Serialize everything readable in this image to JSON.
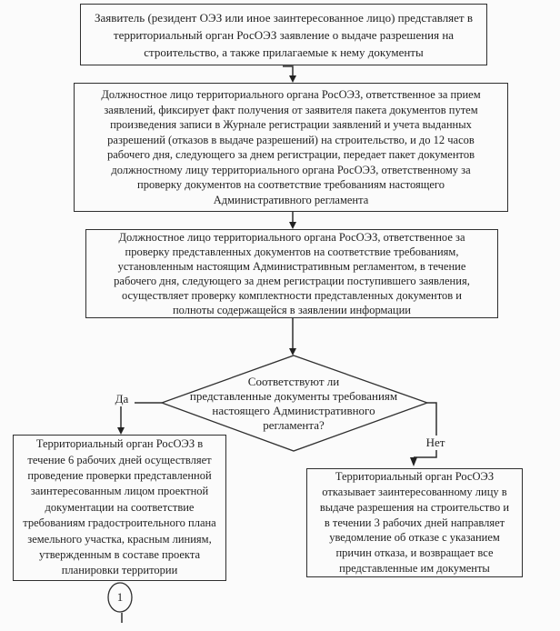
{
  "colors": {
    "ink": "#222222",
    "line": "#2f2f2f",
    "paper": "#fbfbfb"
  },
  "flowchart": {
    "nodes": {
      "start": {
        "lines": [
          "Заявитель (резидент ОЭЗ или иное заинтересованное лицо) представляет в",
          "территориальный орган РосОЭЗ заявление о выдаче разрешения на",
          "строительство, а также прилагаемые к нему документы"
        ]
      },
      "register": {
        "lines": [
          "Должностное лицо территориального органа РосОЭЗ, ответственное за прием",
          "заявлений, фиксирует факт получения от заявителя пакета документов путем",
          "произведения записи в Журнале регистрации заявлений и учета выданных",
          "разрешений (отказов в выдаче разрешений) на строительство, и до 12 часов",
          "рабочего дня, следующего за днем регистрации, передает пакет документов",
          "должностному лицу территориального органа РосОЭЗ, ответственному за",
          "проверку документов на соответствие требованиям настоящего",
          "Административного регламента"
        ]
      },
      "verify": {
        "lines": [
          "Должностное лицо территориального органа РосОЭЗ, ответственное за",
          "проверку представленных документов на соответствие требованиям,",
          "установленным настоящим Административным регламентом, в течение",
          "рабочего дня, следующего за днем регистрации поступившего заявления,",
          "осуществляет проверку комплектности представленных документов и",
          "полноты содержащейся в заявлении информации"
        ]
      },
      "decision": {
        "lines": [
          "Соответствуют ли",
          "представленные документы требованиям",
          "настоящего Административного",
          "регламента?"
        ]
      },
      "approved": {
        "lines": [
          "Территориальный орган РосОЭЗ в",
          "течение 6 рабочих дней осуществляет",
          "проведение проверки представленной",
          "заинтересованным лицом проектной",
          "документации на соответствие",
          "требованиям градостроительного плана",
          "земельного участка, красным линиям,",
          "утвержденным в составе проекта",
          "планировки территории"
        ]
      },
      "rejected": {
        "lines": [
          "Территориальный орган РосОЭЗ",
          "отказывает заинтересованному лицу в",
          "выдаче разрешения на строительство и",
          "в течении 3 рабочих дней направляет",
          "уведомление об отказе с указанием",
          "причин отказа, и возвращает все",
          "представленные им документы"
        ]
      }
    },
    "labels": {
      "yes": "Да",
      "no": "Нет",
      "connector": "1"
    }
  }
}
